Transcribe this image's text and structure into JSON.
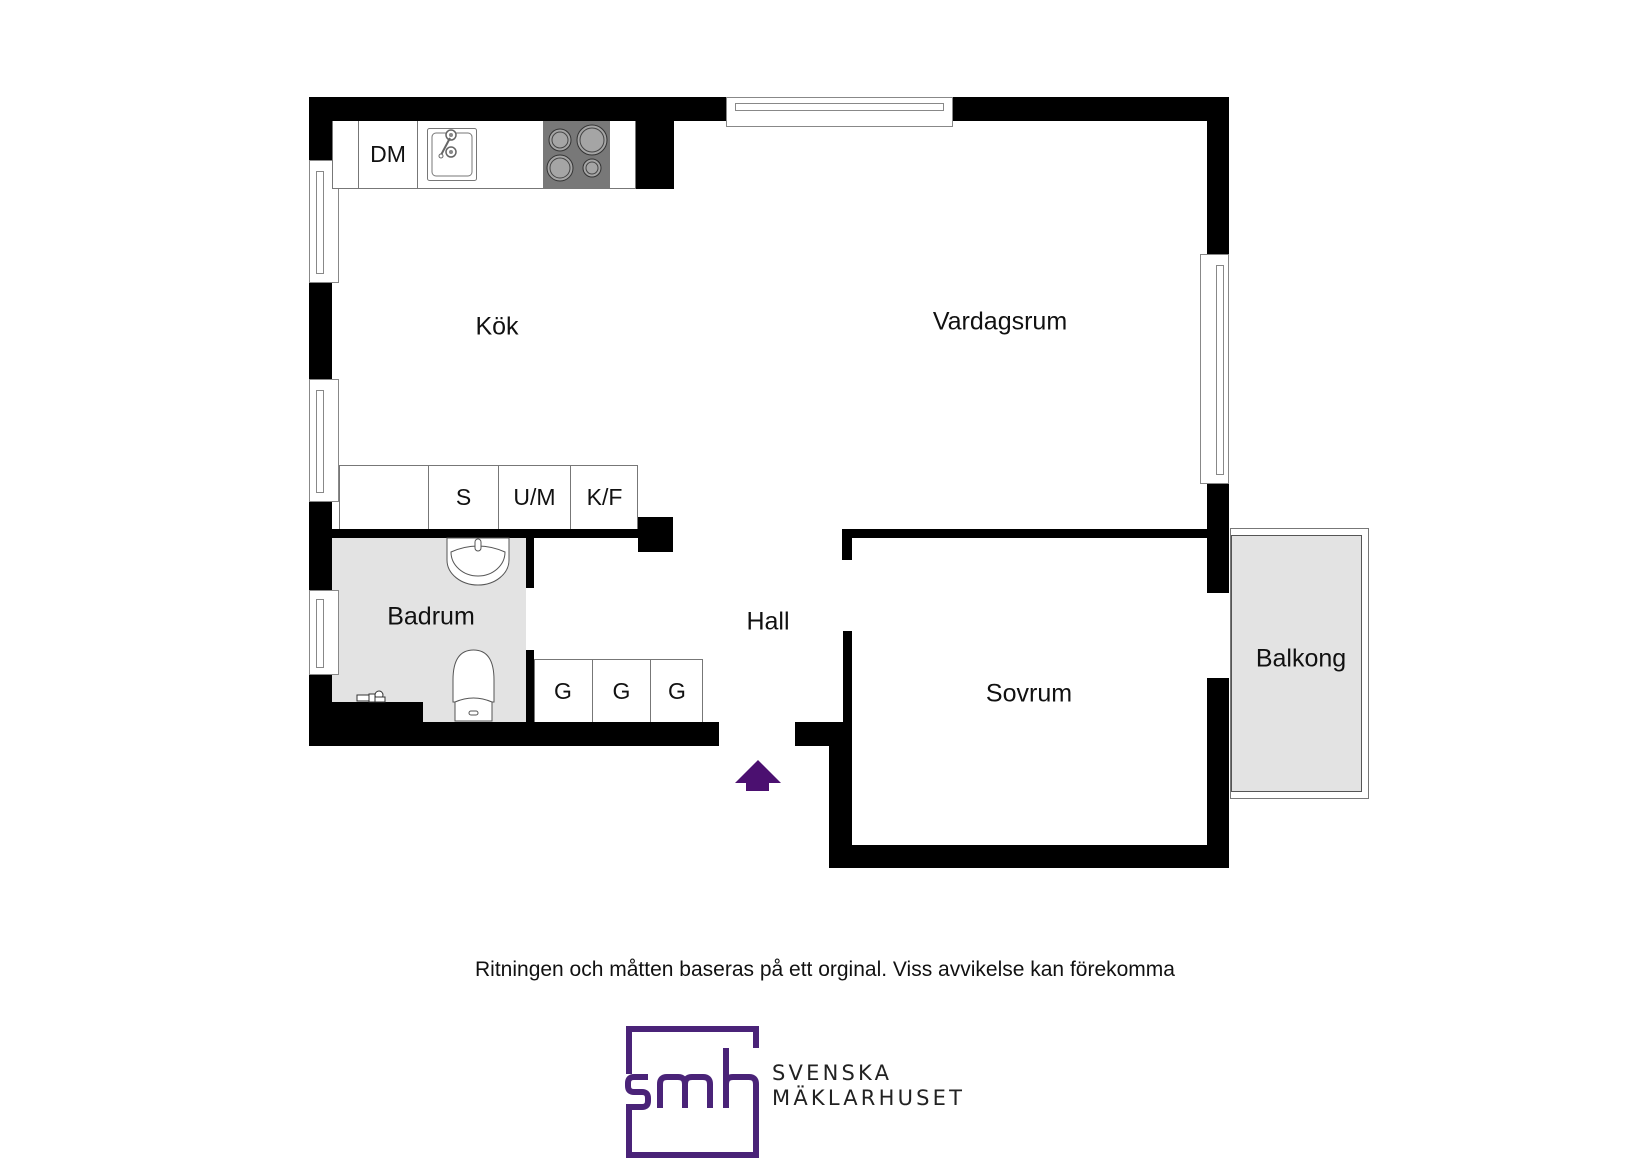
{
  "floorplan": {
    "rooms": {
      "kitchen": "Kök",
      "living_room": "Vardagsrum",
      "bathroom": "Badrum",
      "hall": "Hall",
      "bedroom": "Sovrum",
      "balcony": "Balkong"
    },
    "fixtures": {
      "dishwasher": "DM",
      "stove_cabinet": "S",
      "oven_microwave": "U/M",
      "fridge_freezer": "K/F",
      "wardrobes": [
        "G",
        "G",
        "G"
      ]
    },
    "entrance_arrow_color": "#4b1070"
  },
  "footer": {
    "disclaimer": "Ritningen och måtten baseras på ett orginal. Viss avvikelse kan förekomma"
  },
  "logo": {
    "mark": "smh",
    "line1": "SVENSKA",
    "line2": "MÄKLARHUSET",
    "color": "#4a2378"
  }
}
